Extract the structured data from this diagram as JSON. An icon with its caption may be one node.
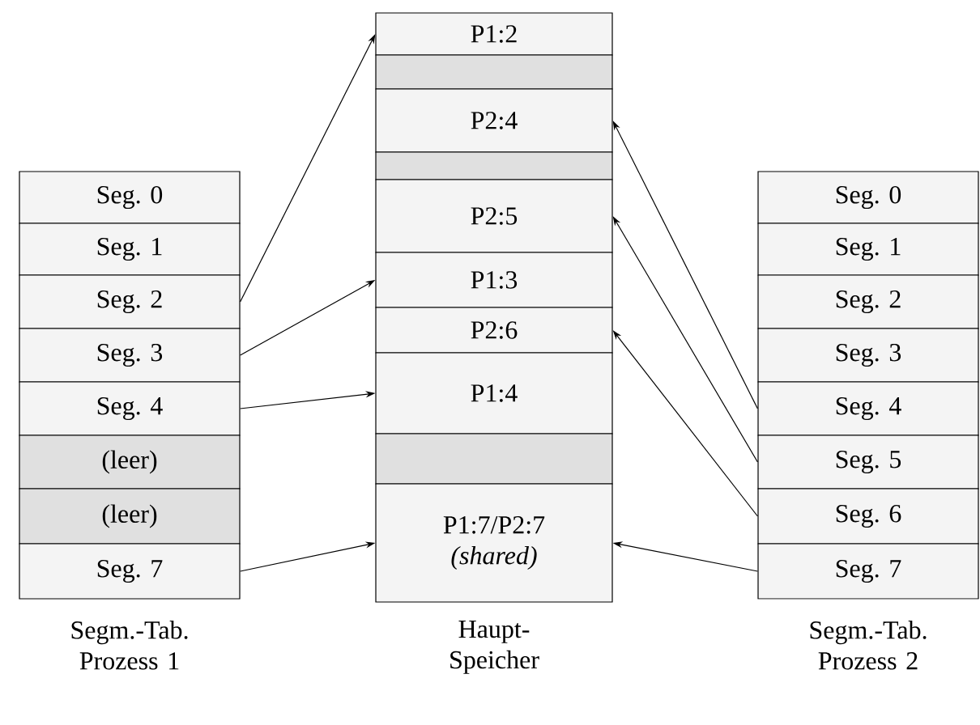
{
  "diagram": {
    "nodes": [
      {
        "text": [
          "Seg. 0"
        ]
      },
      {
        "text": [
          "Seg. 1"
        ]
      },
      {
        "text": [
          "Seg. 2"
        ]
      },
      {
        "text": [
          "Seg. 3"
        ]
      },
      {
        "text": [
          "Seg. 4"
        ]
      },
      {
        "text": [
          "(leer)"
        ]
      },
      {
        "text": [
          "(leer)"
        ]
      },
      {
        "text": [
          "Seg. 7"
        ]
      },
      {
        "text": [
          "P1:2"
        ]
      },
      {
        "text": [],
        "shape": "box"
      },
      {
        "text": [
          "P2:4"
        ]
      },
      {
        "text": [],
        "shape": "box"
      },
      {
        "text": [
          "P2:5"
        ]
      },
      {
        "text": [
          "P1:3"
        ]
      },
      {
        "text": [
          "P2:6"
        ]
      },
      {
        "text": [
          "P1:4"
        ]
      },
      {
        "text": [],
        "shape": "box"
      },
      {
        "text": [
          "P1:7/P2:7",
          "(shared)"
        ]
      },
      {
        "text": [
          "Seg. 0"
        ]
      },
      {
        "text": [
          "Seg. 1"
        ]
      },
      {
        "text": [
          "Seg. 2"
        ]
      },
      {
        "text": [
          "Seg. 3"
        ]
      },
      {
        "text": [
          "Seg. 4"
        ]
      },
      {
        "text": [
          "Seg. 5"
        ]
      },
      {
        "text": [
          "Seg. 6"
        ]
      },
      {
        "text": [
          "Seg. 7"
        ]
      }
    ],
    "edges": [
      {
        "from": 2,
        "to": 8,
        "arrow": "to"
      },
      {
        "from": 3,
        "to": 13,
        "arrow": "to"
      },
      {
        "from": 4,
        "to": 15,
        "arrow": "to"
      },
      {
        "from": 7,
        "to": 17,
        "arrow": "to"
      },
      {
        "from": 22,
        "to": 10,
        "arrow": "to"
      },
      {
        "from": 23,
        "to": 12,
        "arrow": "to"
      },
      {
        "from": 24,
        "to": 14,
        "arrow": "to"
      },
      {
        "from": 25,
        "to": 17,
        "arrow": "to"
      }
    ],
    "labels": [
      "Segm.-Tab. Prozess 1",
      "Haupt- Speicher",
      "Segm.-Tab. Prozess 2"
    ]
  }
}
